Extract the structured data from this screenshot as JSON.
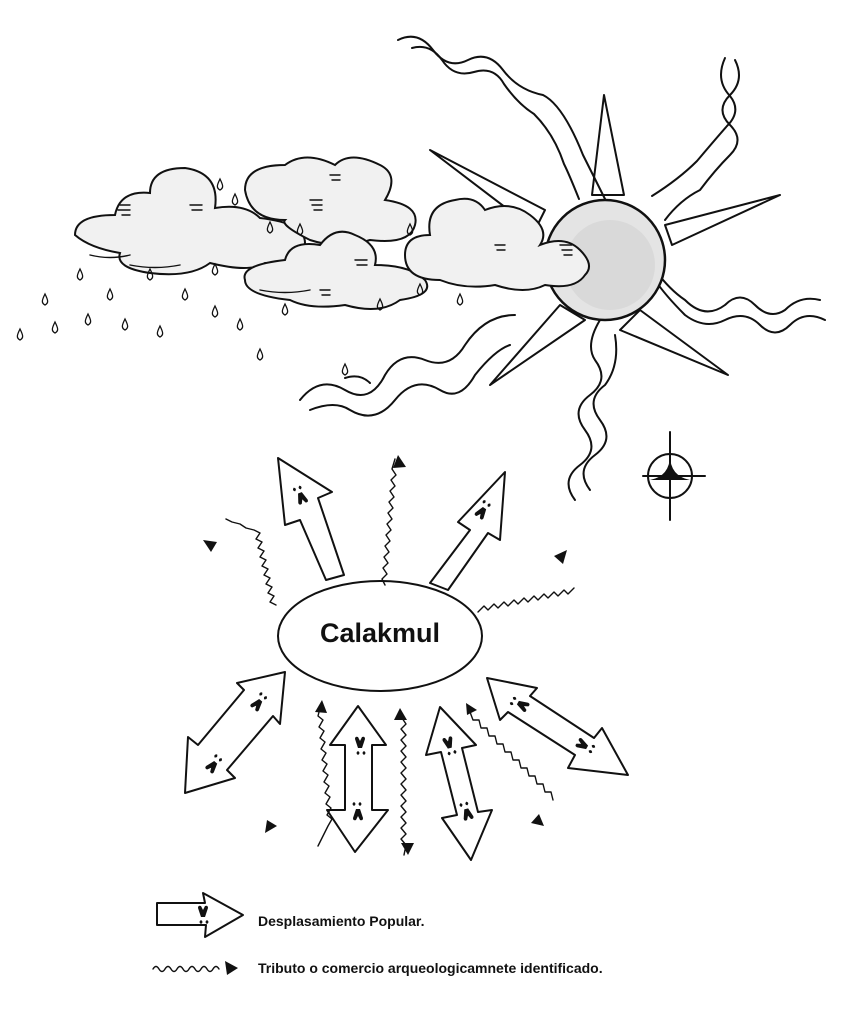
{
  "center": {
    "label": "Calakmul"
  },
  "legend": [
    {
      "symbol": "footprint-arrow-icon",
      "label": "Desplasamiento Popular."
    },
    {
      "symbol": "wavy-arrow-icon",
      "label": "Tributo o comercio arqueologicamnete identificado."
    }
  ],
  "colors": {
    "ink": "#111111",
    "paper": "#ffffff",
    "cloud_shade": "#f1f1f1"
  }
}
